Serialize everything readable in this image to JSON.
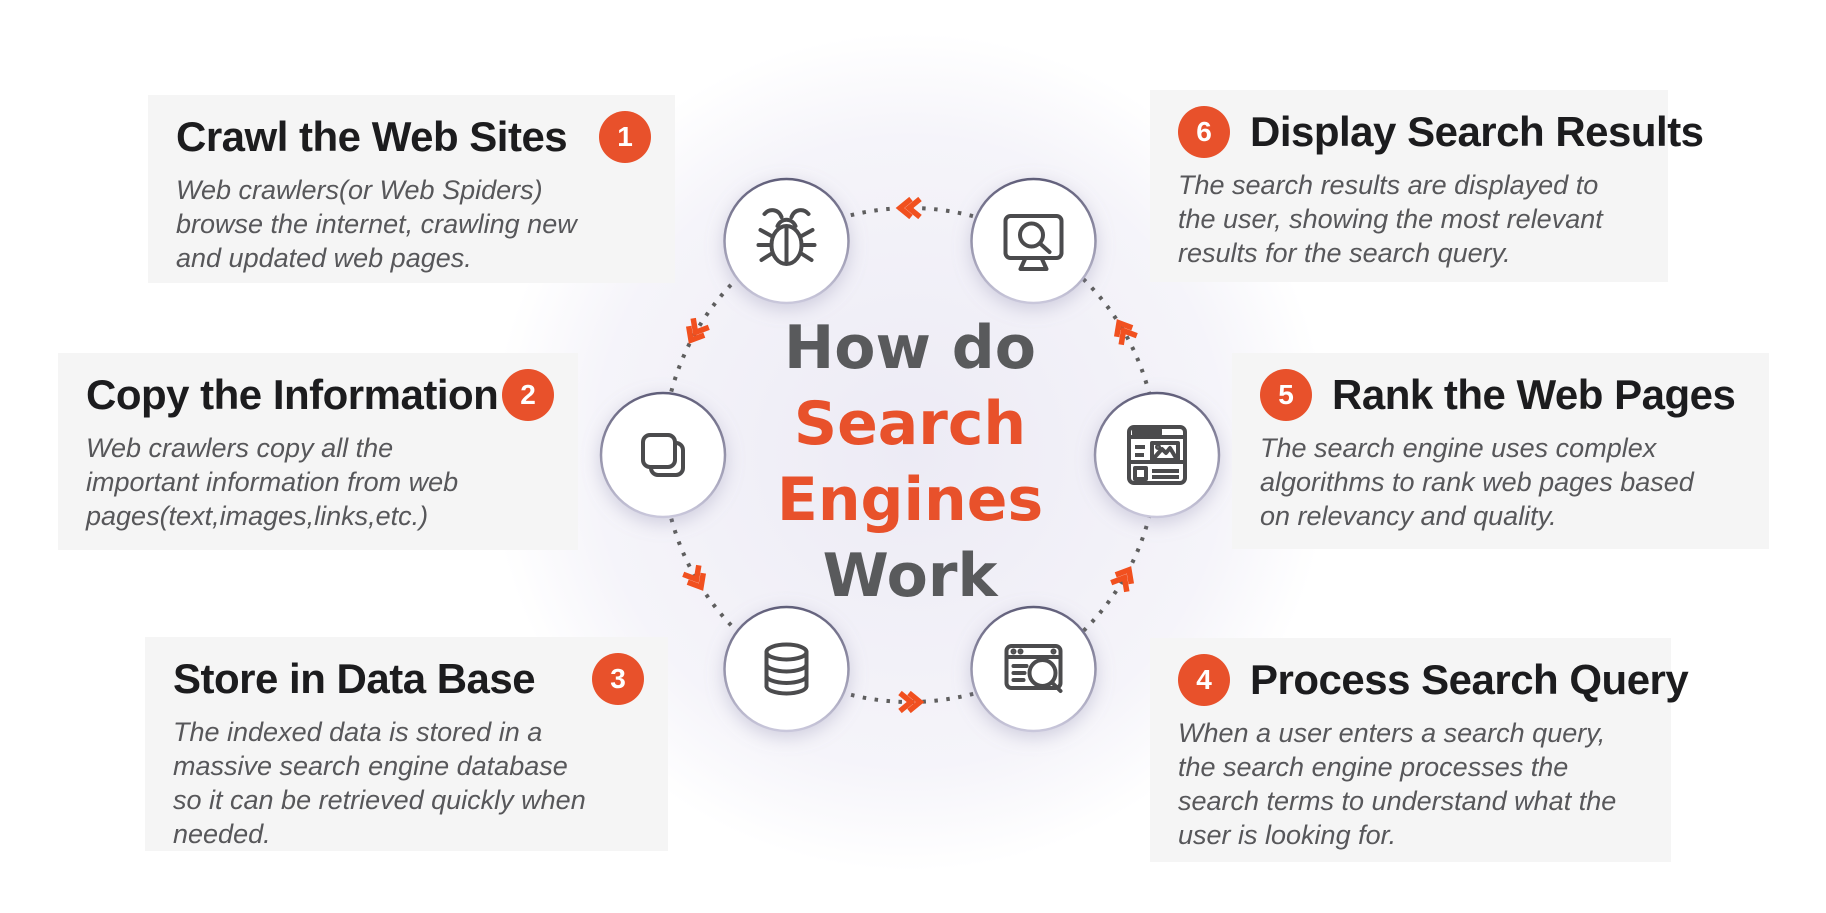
{
  "title": {
    "lines": [
      {
        "text": "How do",
        "accent": false
      },
      {
        "text": "Search",
        "accent": true
      },
      {
        "text": "Engines",
        "accent": true
      },
      {
        "text": "Work",
        "accent": false
      }
    ]
  },
  "steps": [
    {
      "number": "1",
      "title": "Crawl the Web Sites",
      "description": "Web crawlers(or Web Spiders) browse the internet, crawling new and updated web pages.",
      "icon": "bug-icon",
      "badge_side": "right"
    },
    {
      "number": "2",
      "title": "Copy the Information",
      "description": "Web crawlers copy all the important information from web pages(text,images,links,etc.)",
      "icon": "copy-icon",
      "badge_side": "right"
    },
    {
      "number": "3",
      "title": "Store in Data Base",
      "description": "The indexed data is stored in a massive search engine database so it can be retrieved quickly when needed.",
      "icon": "database-icon",
      "badge_side": "right"
    },
    {
      "number": "4",
      "title": "Process Search Query",
      "description": "When a user enters a search query, the search engine processes the search terms to understand what the user is looking for.",
      "icon": "browser-search-icon",
      "badge_side": "left"
    },
    {
      "number": "5",
      "title": "Rank the Web Pages",
      "description": "The search engine uses complex algorithms to rank web pages based on relevancy and quality.",
      "icon": "webpage-icon",
      "badge_side": "left"
    },
    {
      "number": "6",
      "title": "Display Search Results",
      "description": "The search results are displayed to the user, showing the most relevant results for the search query.",
      "icon": "monitor-search-icon",
      "badge_side": "left"
    }
  ],
  "colors": {
    "accent": "#E8512B",
    "chevron": "#F1501F",
    "card_background": "#F5F5F5",
    "heading_text": "#1C1C1E",
    "body_text": "#57575A",
    "title_gray": "#595A5C",
    "icon_stroke": "#4B4B4D",
    "ring_dash": "#5E5E5E"
  }
}
